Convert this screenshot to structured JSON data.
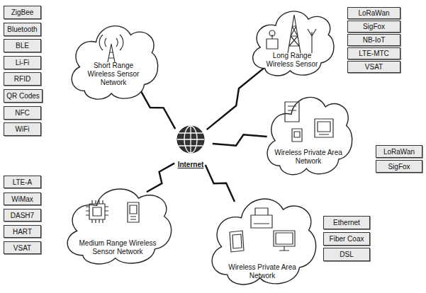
{
  "diagram": {
    "nodes": [
      {
        "text": [
          "ZigBee"
        ]
      },
      {
        "text": [
          "Bluetooth"
        ]
      },
      {
        "text": [
          "BLE"
        ]
      },
      {
        "text": [
          "Li-Fi"
        ]
      },
      {
        "text": [
          "RFID"
        ]
      },
      {
        "text": [
          "QR Codes"
        ]
      },
      {
        "text": [
          "NFC"
        ]
      },
      {
        "text": [
          "WiFi"
        ]
      },
      {
        "text": [
          "Short Range Wireless Sensor Network"
        ]
      },
      {
        "text": [
          "Long Range Wireless Sensor"
        ]
      },
      {
        "text": [
          "LoRaWan"
        ]
      },
      {
        "text": [
          "SigFox"
        ]
      },
      {
        "text": [
          "NB-IoT"
        ]
      },
      {
        "text": [
          "LTE-MTC"
        ]
      },
      {
        "text": [
          "VSAT"
        ]
      },
      {
        "text": [
          "Wireless Private Area Network"
        ]
      },
      {
        "text": [
          "LoRaWan"
        ]
      },
      {
        "text": [
          "SigFox"
        ]
      },
      {
        "text": [
          "Internet"
        ]
      },
      {
        "text": [
          "LTE-A"
        ]
      },
      {
        "text": [
          "WiMax"
        ]
      },
      {
        "text": [
          "DASH7"
        ]
      },
      {
        "text": [
          "HART"
        ]
      },
      {
        "text": [
          "VSAT"
        ]
      },
      {
        "text": [
          "Medium Range Wireless Sensor Network"
        ]
      },
      {
        "text": [
          "Wireless Private Area Network"
        ]
      },
      {
        "text": [
          "Ethernet"
        ]
      },
      {
        "text": [
          "Fiber Coax"
        ]
      },
      {
        "text": [
          "DSL"
        ]
      }
    ],
    "edges": [
      {
        "from": 8,
        "to": 18,
        "arrow": "none"
      },
      {
        "from": 9,
        "to": 18,
        "arrow": "none"
      },
      {
        "from": 15,
        "to": 18,
        "arrow": "none"
      },
      {
        "from": 24,
        "to": 18,
        "arrow": "none"
      },
      {
        "from": 25,
        "to": 18,
        "arrow": "none"
      }
    ]
  }
}
